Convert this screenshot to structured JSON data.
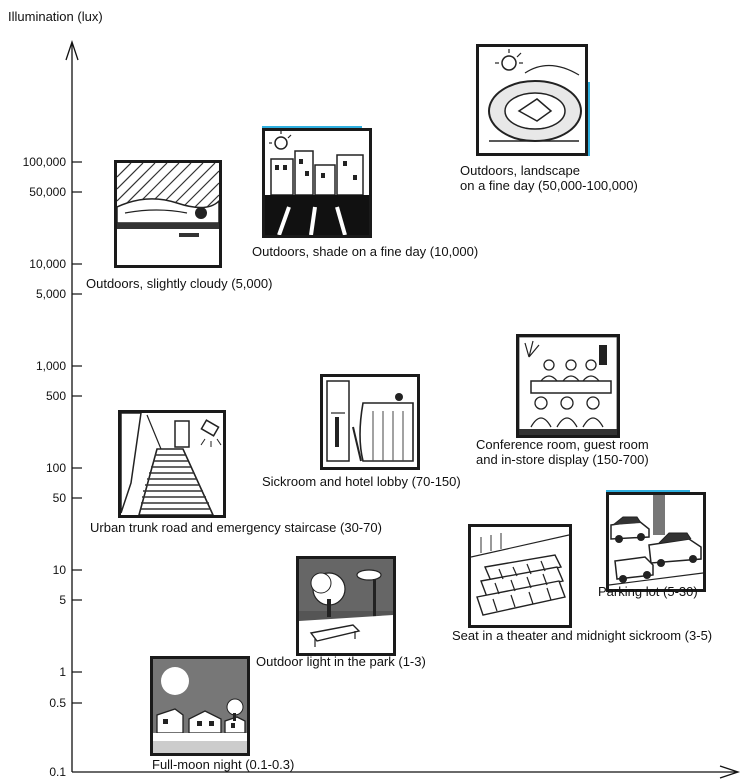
{
  "axis": {
    "ylabel": "Illumination (lux)",
    "scale": "log",
    "ticks": [
      "100,000",
      "50,000",
      "10,000",
      "5,000",
      "1,000",
      "500",
      "100",
      "50",
      "10",
      "5",
      "1",
      "0.5",
      "0.1"
    ]
  },
  "illustrations": [
    {
      "id": "slightly-cloudy",
      "label": "Outdoors, slightly cloudy (5,000)"
    },
    {
      "id": "shade-fine-day",
      "label": "Outdoors, shade on a fine day (10,000)"
    },
    {
      "id": "landscape-fine-day",
      "label_line1": "Outdoors, landscape",
      "label_line2": "on a fine day (50,000-100,000)"
    },
    {
      "id": "conference-room",
      "label_line1": "Conference room, guest room",
      "label_line2": "and in-store display (150-700)"
    },
    {
      "id": "hotel-lobby",
      "label": "Sickroom and hotel lobby (70-150)"
    },
    {
      "id": "staircase",
      "label": "Urban trunk road and emergency staircase (30-70)"
    },
    {
      "id": "parking-lot",
      "label": "Parking lot (5-30)"
    },
    {
      "id": "theater",
      "label": "Seat in a theater and midnight sickroom (3-5)"
    },
    {
      "id": "park-light",
      "label": "Outdoor light in the park (1-3)"
    },
    {
      "id": "full-moon",
      "label": "Full-moon night (0.1-0.3)"
    }
  ],
  "colors": {
    "axis": "#111111",
    "accent": "#2fb0e0"
  }
}
